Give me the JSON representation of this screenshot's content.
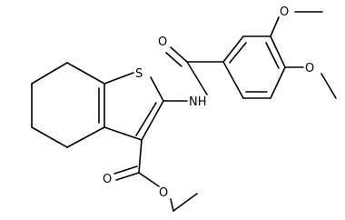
{
  "atoms": {
    "sulfur": "S",
    "amide_nh": "NH",
    "amide_o": "O",
    "ester_carbonyl_o": "O",
    "ester_o": "O",
    "methoxy_o_upper": "O",
    "methoxy_o_lower": "O"
  },
  "colors": {
    "bond": "#000000",
    "label": "#000000",
    "background": "#ffffff"
  }
}
